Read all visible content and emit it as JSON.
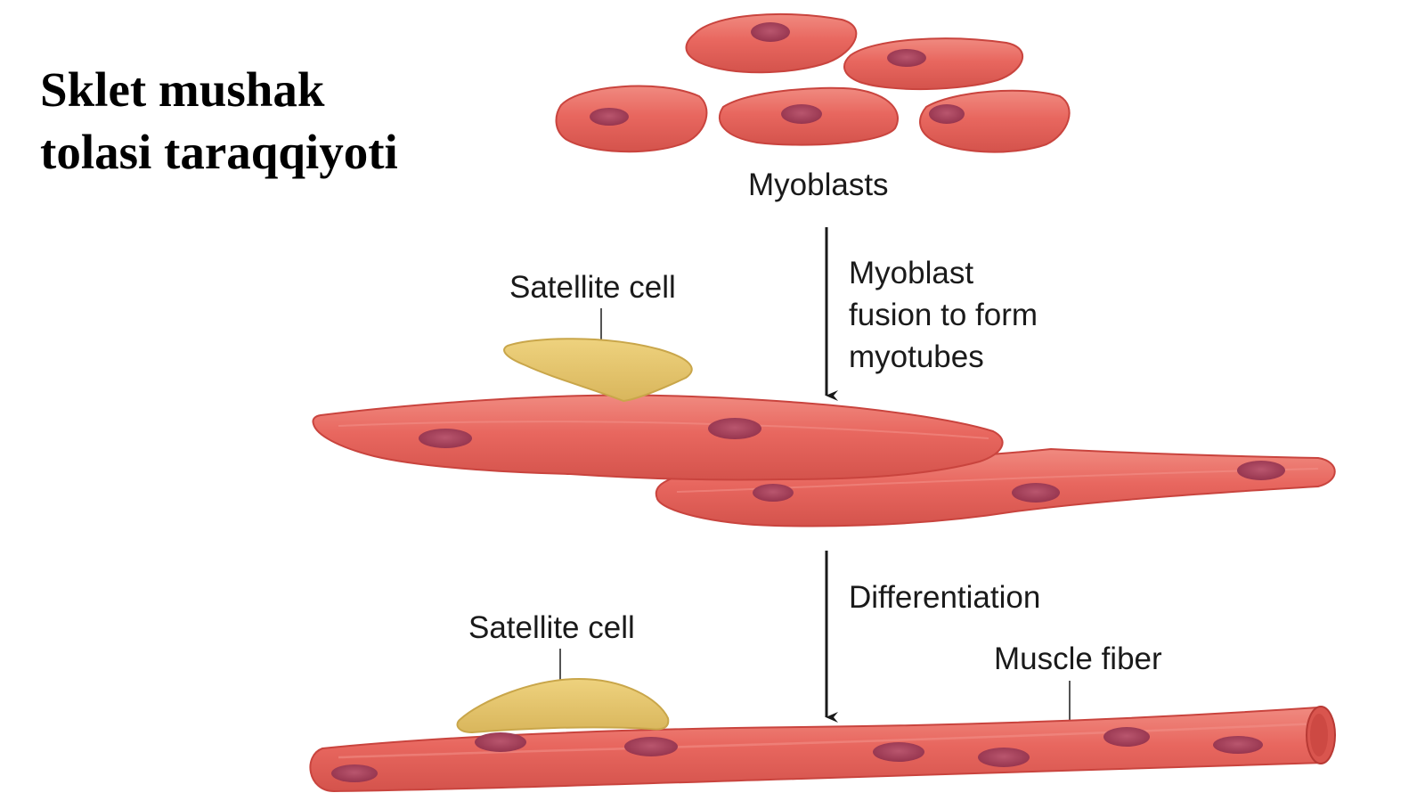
{
  "title": {
    "line1": "Sklet mushak",
    "line2": "tolasi taraqqiyoti"
  },
  "diagram": {
    "labels": {
      "myoblasts": "Myoblasts",
      "fusion_line1": "Myoblast",
      "fusion_line2": "fusion to form",
      "fusion_line3": "myotubes",
      "satellite_cell_top": "Satellite cell",
      "differentiation": "Differentiation",
      "satellite_cell_bottom": "Satellite cell",
      "muscle_fiber": "Muscle fiber"
    },
    "colors": {
      "cell_fill": "#e8675f",
      "cell_edge": "#c9443e",
      "cell_highlight": "#f2928a",
      "nucleus": "#a8405a",
      "satellite_fill": "#e3c56e",
      "satellite_edge": "#c9a64a",
      "arrow": "#1a1a1a"
    }
  }
}
